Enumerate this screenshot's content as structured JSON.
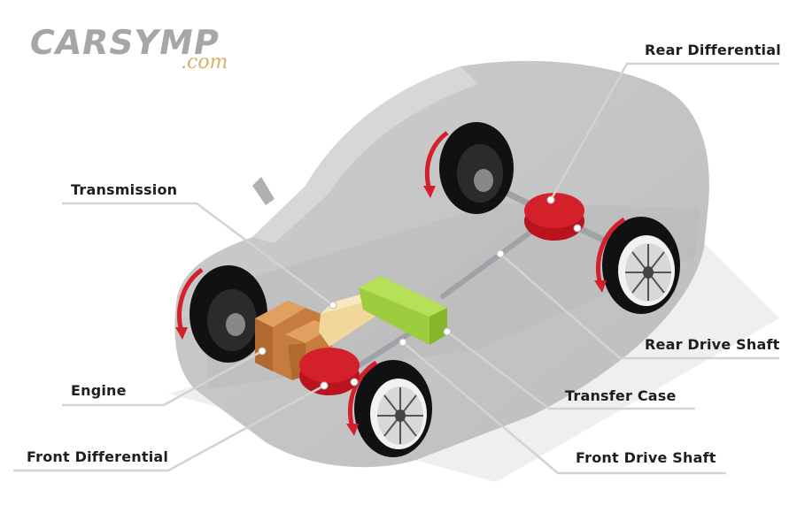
{
  "logo": {
    "main": "CARSYMP",
    "sub": ".com"
  },
  "labels": {
    "rear_differential": "Rear Differential",
    "transmission": "Transmission",
    "engine": "Engine",
    "front_differential": "Front Differential",
    "rear_drive_shaft": "Rear Drive Shaft",
    "transfer_case": "Transfer Case",
    "front_drive_shaft": "Front Drive Shaft"
  },
  "colors": {
    "car_body": "#c9c9c9",
    "differential": "#d4202a",
    "rotation_arrow": "#d4202a",
    "transfer_case": "#9ccd3f",
    "engine": "#d08a4a",
    "transmission": "#f1d79a",
    "leader_line": "#d3d3d3"
  }
}
